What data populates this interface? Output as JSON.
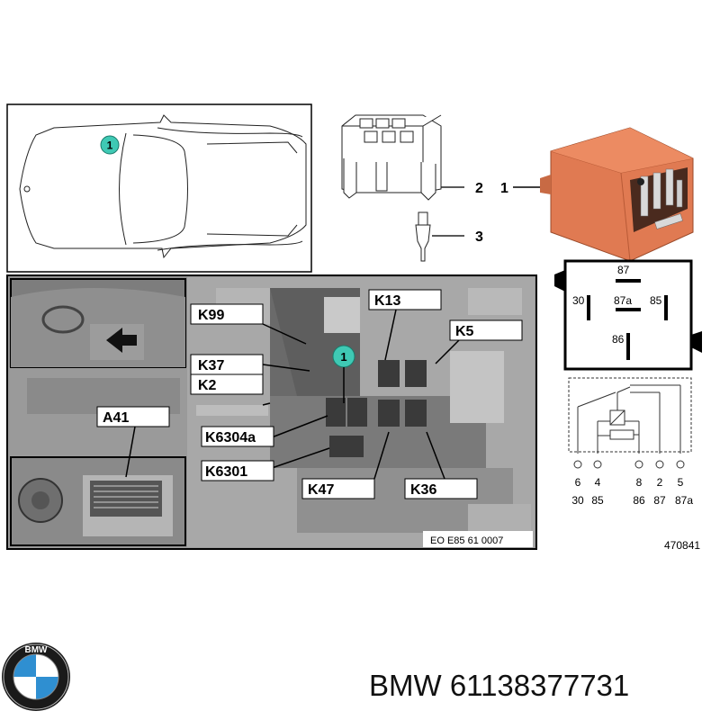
{
  "diagram": {
    "location_callout": "1",
    "part_callouts": {
      "relay": "1",
      "socket": "2",
      "terminal": "3"
    },
    "photo_callout": "1",
    "component_labels": {
      "k99": "K99",
      "k37": "K37",
      "k2": "K2",
      "a41": "A41",
      "k6304a": "K6304a",
      "k6301": "K6301",
      "k13": "K13",
      "k5": "K5",
      "k47": "K47",
      "k36": "K36"
    },
    "photo_reference": "EO E85 61 0007",
    "diagram_number": "470841",
    "relay_pins": {
      "top": "87",
      "left": "30",
      "center": "87a",
      "right": "85",
      "bottom": "86"
    },
    "schematic_pins": {
      "numbers": [
        "6",
        "4",
        "8",
        "2",
        "5"
      ],
      "terminals": [
        "30",
        "85",
        "86",
        "87",
        "87a"
      ]
    },
    "colors": {
      "relay": "#e07a52",
      "callout": "#3fc9b4",
      "photo_bg": "#9a9a9a"
    }
  },
  "footer": {
    "brand": "BMW",
    "part_number": "BMW 61138377731",
    "logo_letters": "BMW"
  }
}
